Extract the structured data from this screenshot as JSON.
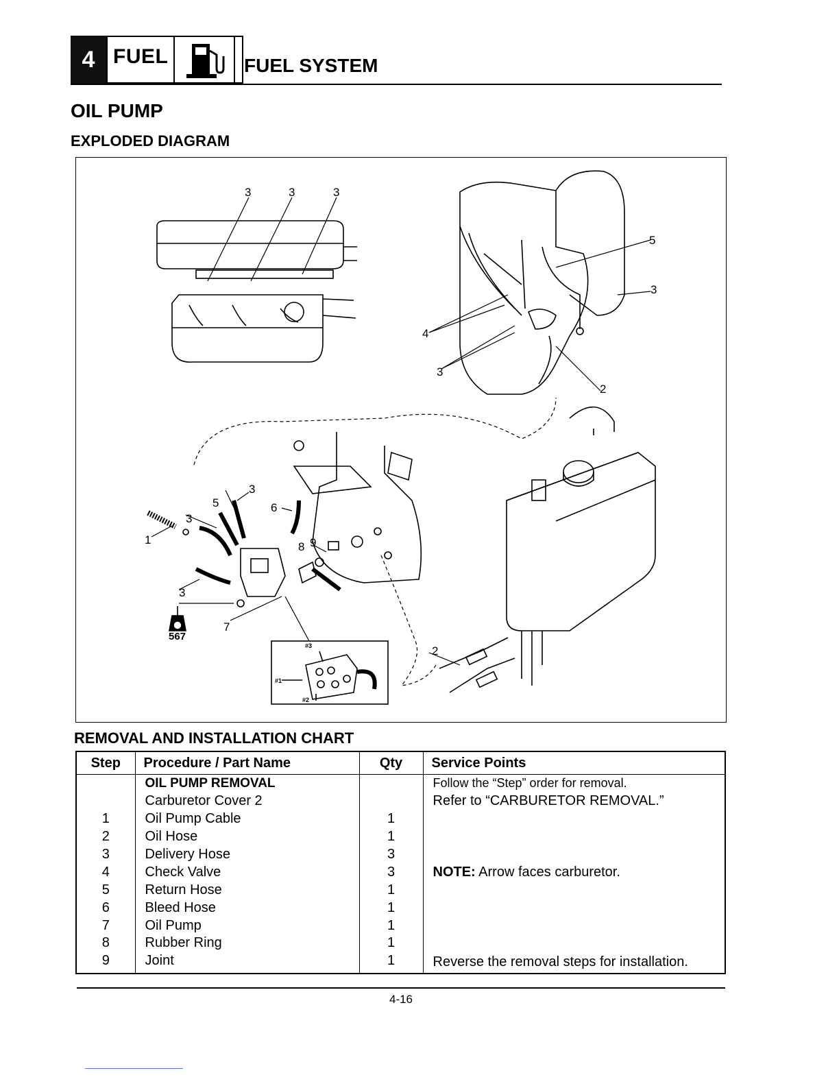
{
  "header": {
    "chapter_number": "4",
    "section_label": "FUEL",
    "section_title": "FUEL SYSTEM"
  },
  "page_title": "OIL PUMP",
  "diagram": {
    "title": "EXPLODED DIAGRAM",
    "callouts": [
      "1",
      "2",
      "3",
      "4",
      "5",
      "6",
      "7",
      "8",
      "9"
    ],
    "loctite_number": "567",
    "inset_labels": [
      "#1",
      "#2",
      "#3"
    ]
  },
  "chart": {
    "title": "REMOVAL AND INSTALLATION CHART",
    "headers": {
      "step": "Step",
      "procedure": "Procedure / Part Name",
      "qty": "Qty",
      "service": "Service Points"
    },
    "rows": [
      {
        "step": "",
        "part": "OIL PUMP REMOVAL",
        "qty": "",
        "note": "Follow the “Step” order for removal."
      },
      {
        "step": "",
        "part": "Carburetor Cover 2",
        "qty": "",
        "note": "Refer to “CARBURETOR REMOVAL.”"
      },
      {
        "step": "1",
        "part": "Oil Pump Cable",
        "qty": "1",
        "note": ""
      },
      {
        "step": "2",
        "part": "Oil Hose",
        "qty": "1",
        "note": ""
      },
      {
        "step": "3",
        "part": "Delivery Hose",
        "qty": "3",
        "note": ""
      },
      {
        "step": "4",
        "part": "Check Valve",
        "qty": "3",
        "note_bold": "NOTE:",
        "note": " Arrow faces carburetor."
      },
      {
        "step": "5",
        "part": "Return Hose",
        "qty": "1",
        "note": ""
      },
      {
        "step": "6",
        "part": "Bleed Hose",
        "qty": "1",
        "note": ""
      },
      {
        "step": "7",
        "part": "Oil Pump",
        "qty": "1",
        "note": ""
      },
      {
        "step": "8",
        "part": "Rubber Ring",
        "qty": "1",
        "note": ""
      },
      {
        "step": "9",
        "part": "Joint",
        "qty": "1",
        "note": "Reverse the removal steps for installation."
      }
    ]
  },
  "footer": {
    "page_number": "4-16"
  }
}
